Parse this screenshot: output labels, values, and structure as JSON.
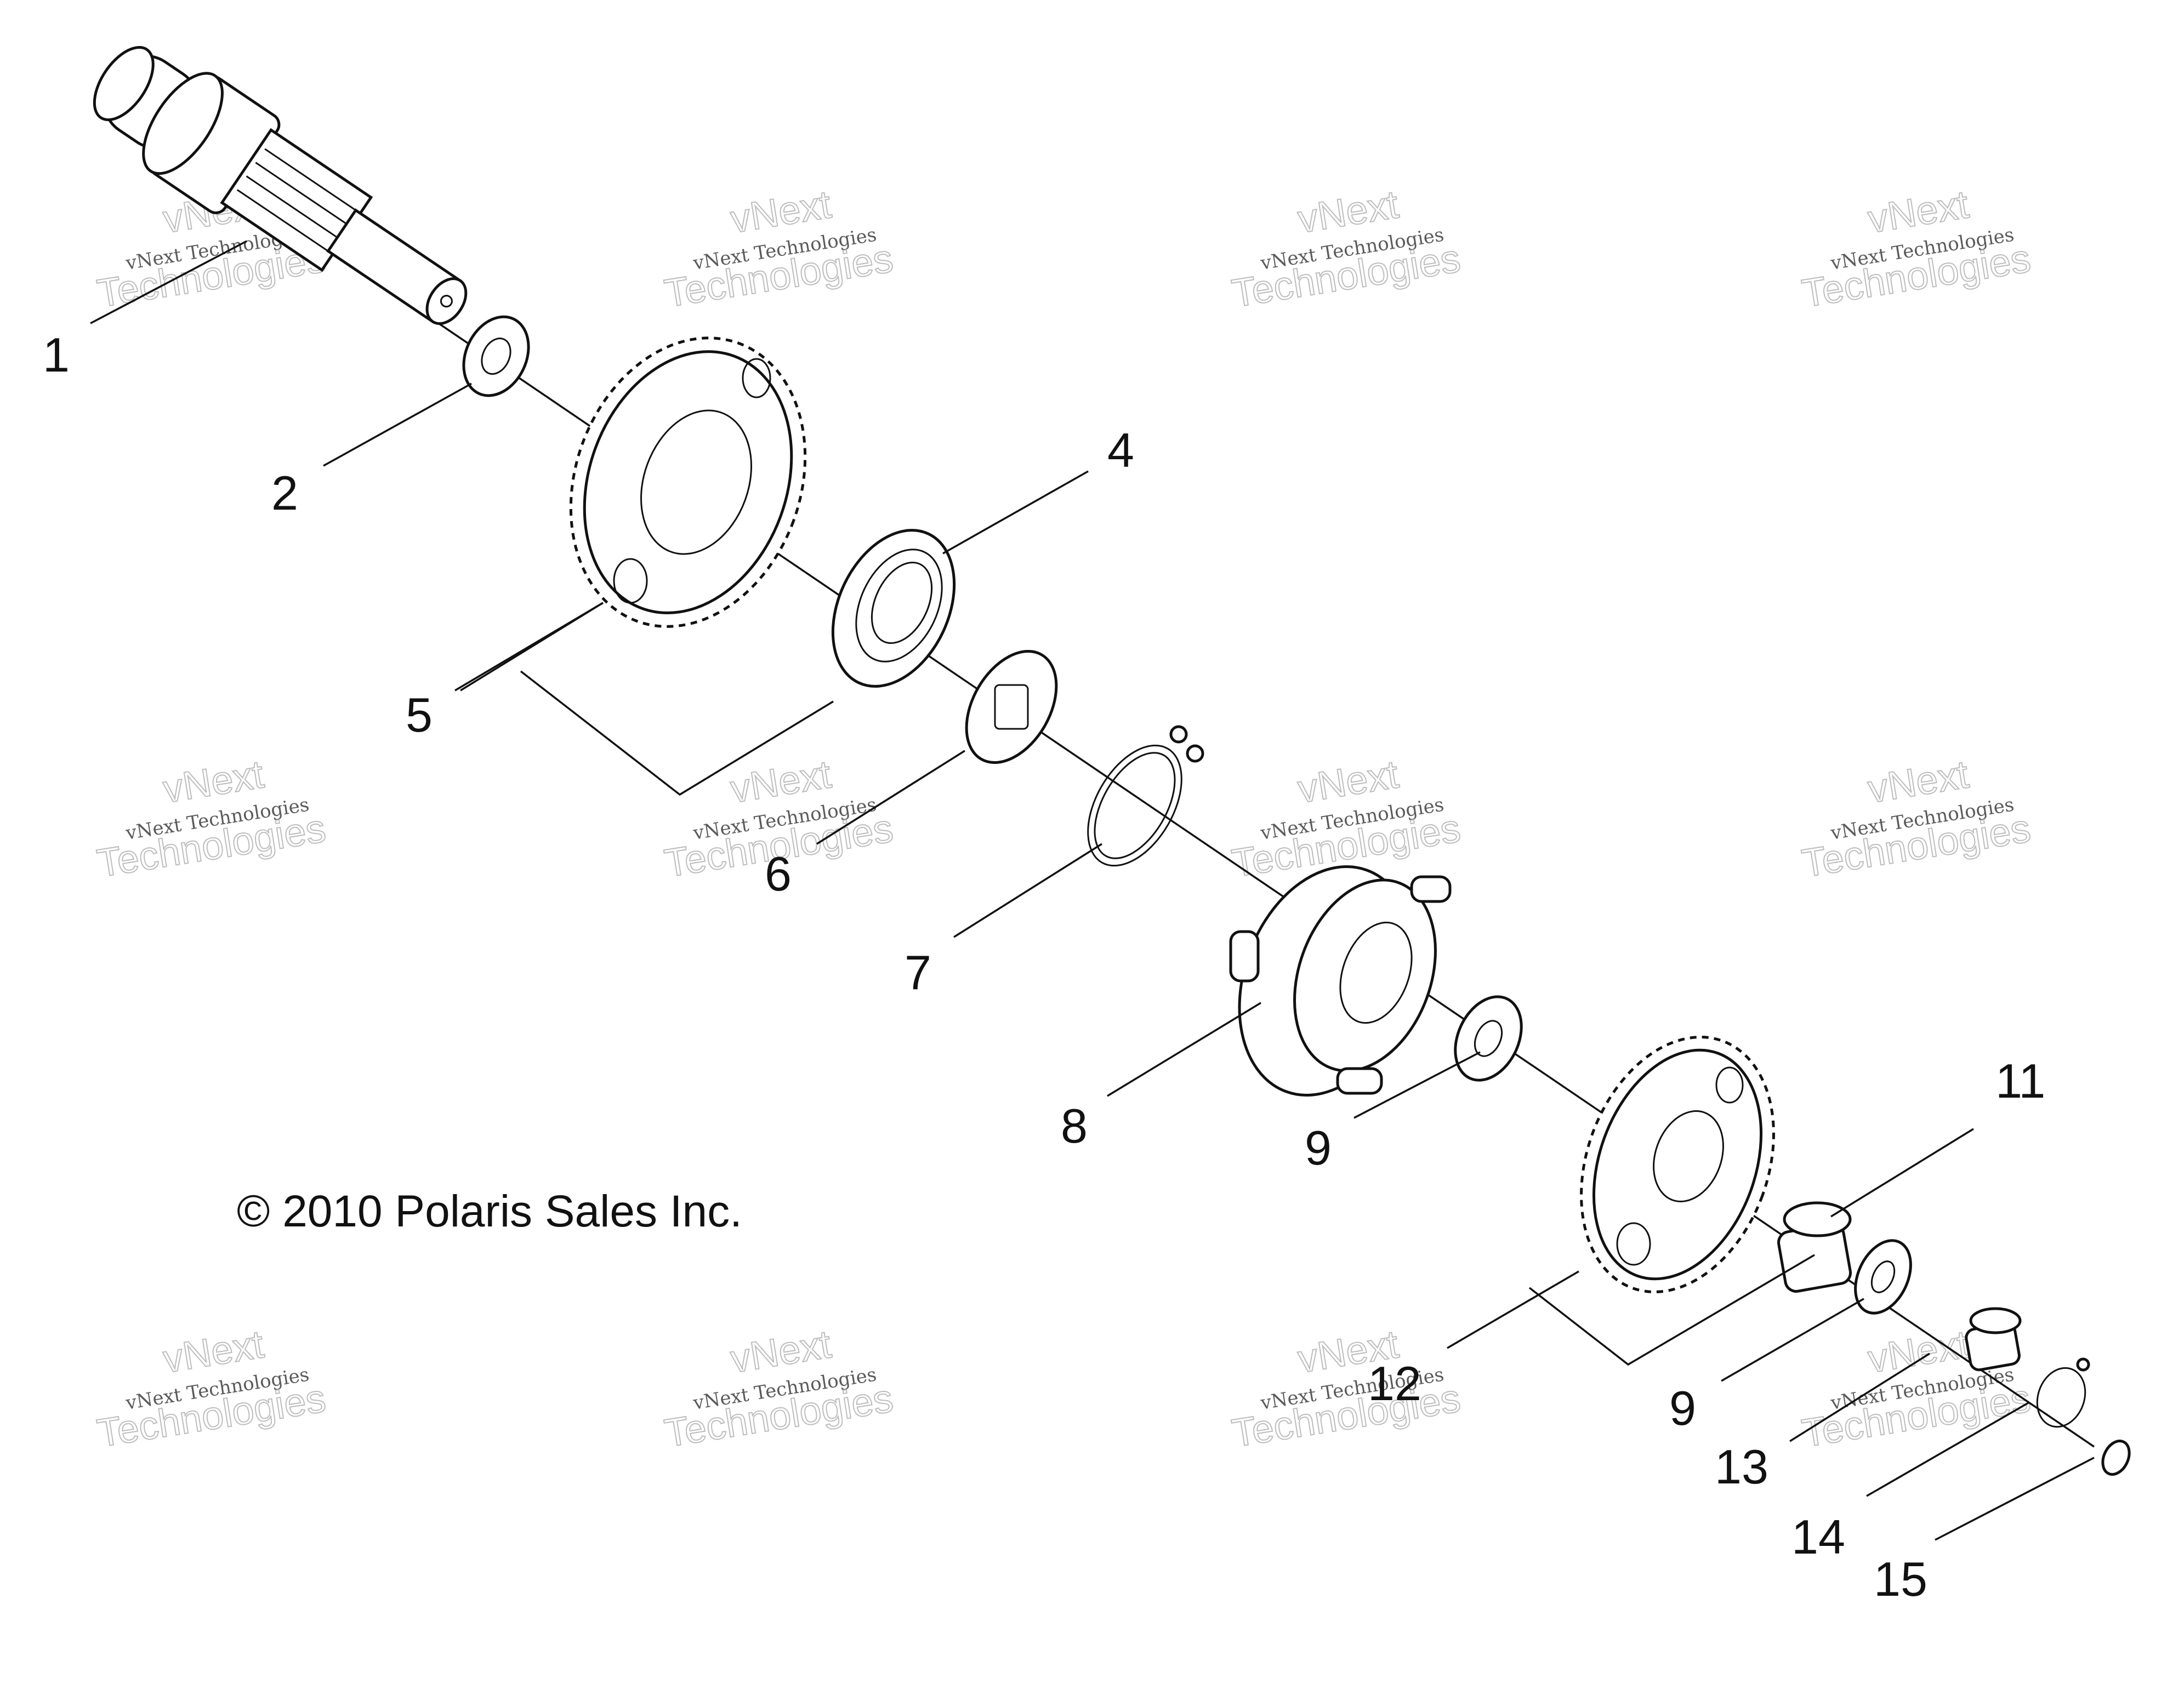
{
  "copyright": "© 2010 Polaris Sales Inc.",
  "watermark": {
    "brand": "vNext",
    "line": "vNext Technologies",
    "big": "Technologies"
  },
  "callouts": {
    "c1": "1",
    "c2": "2",
    "c4": "4",
    "c5": "5",
    "c6": "6",
    "c7": "7",
    "c8": "8",
    "c9a": "9",
    "c11": "11",
    "c12": "12",
    "c9b": "9",
    "c13": "13",
    "c14": "14",
    "c15": "15"
  },
  "colors": {
    "ink": "#111111",
    "watermark": "#bdbdbd",
    "background": "#ffffff"
  }
}
